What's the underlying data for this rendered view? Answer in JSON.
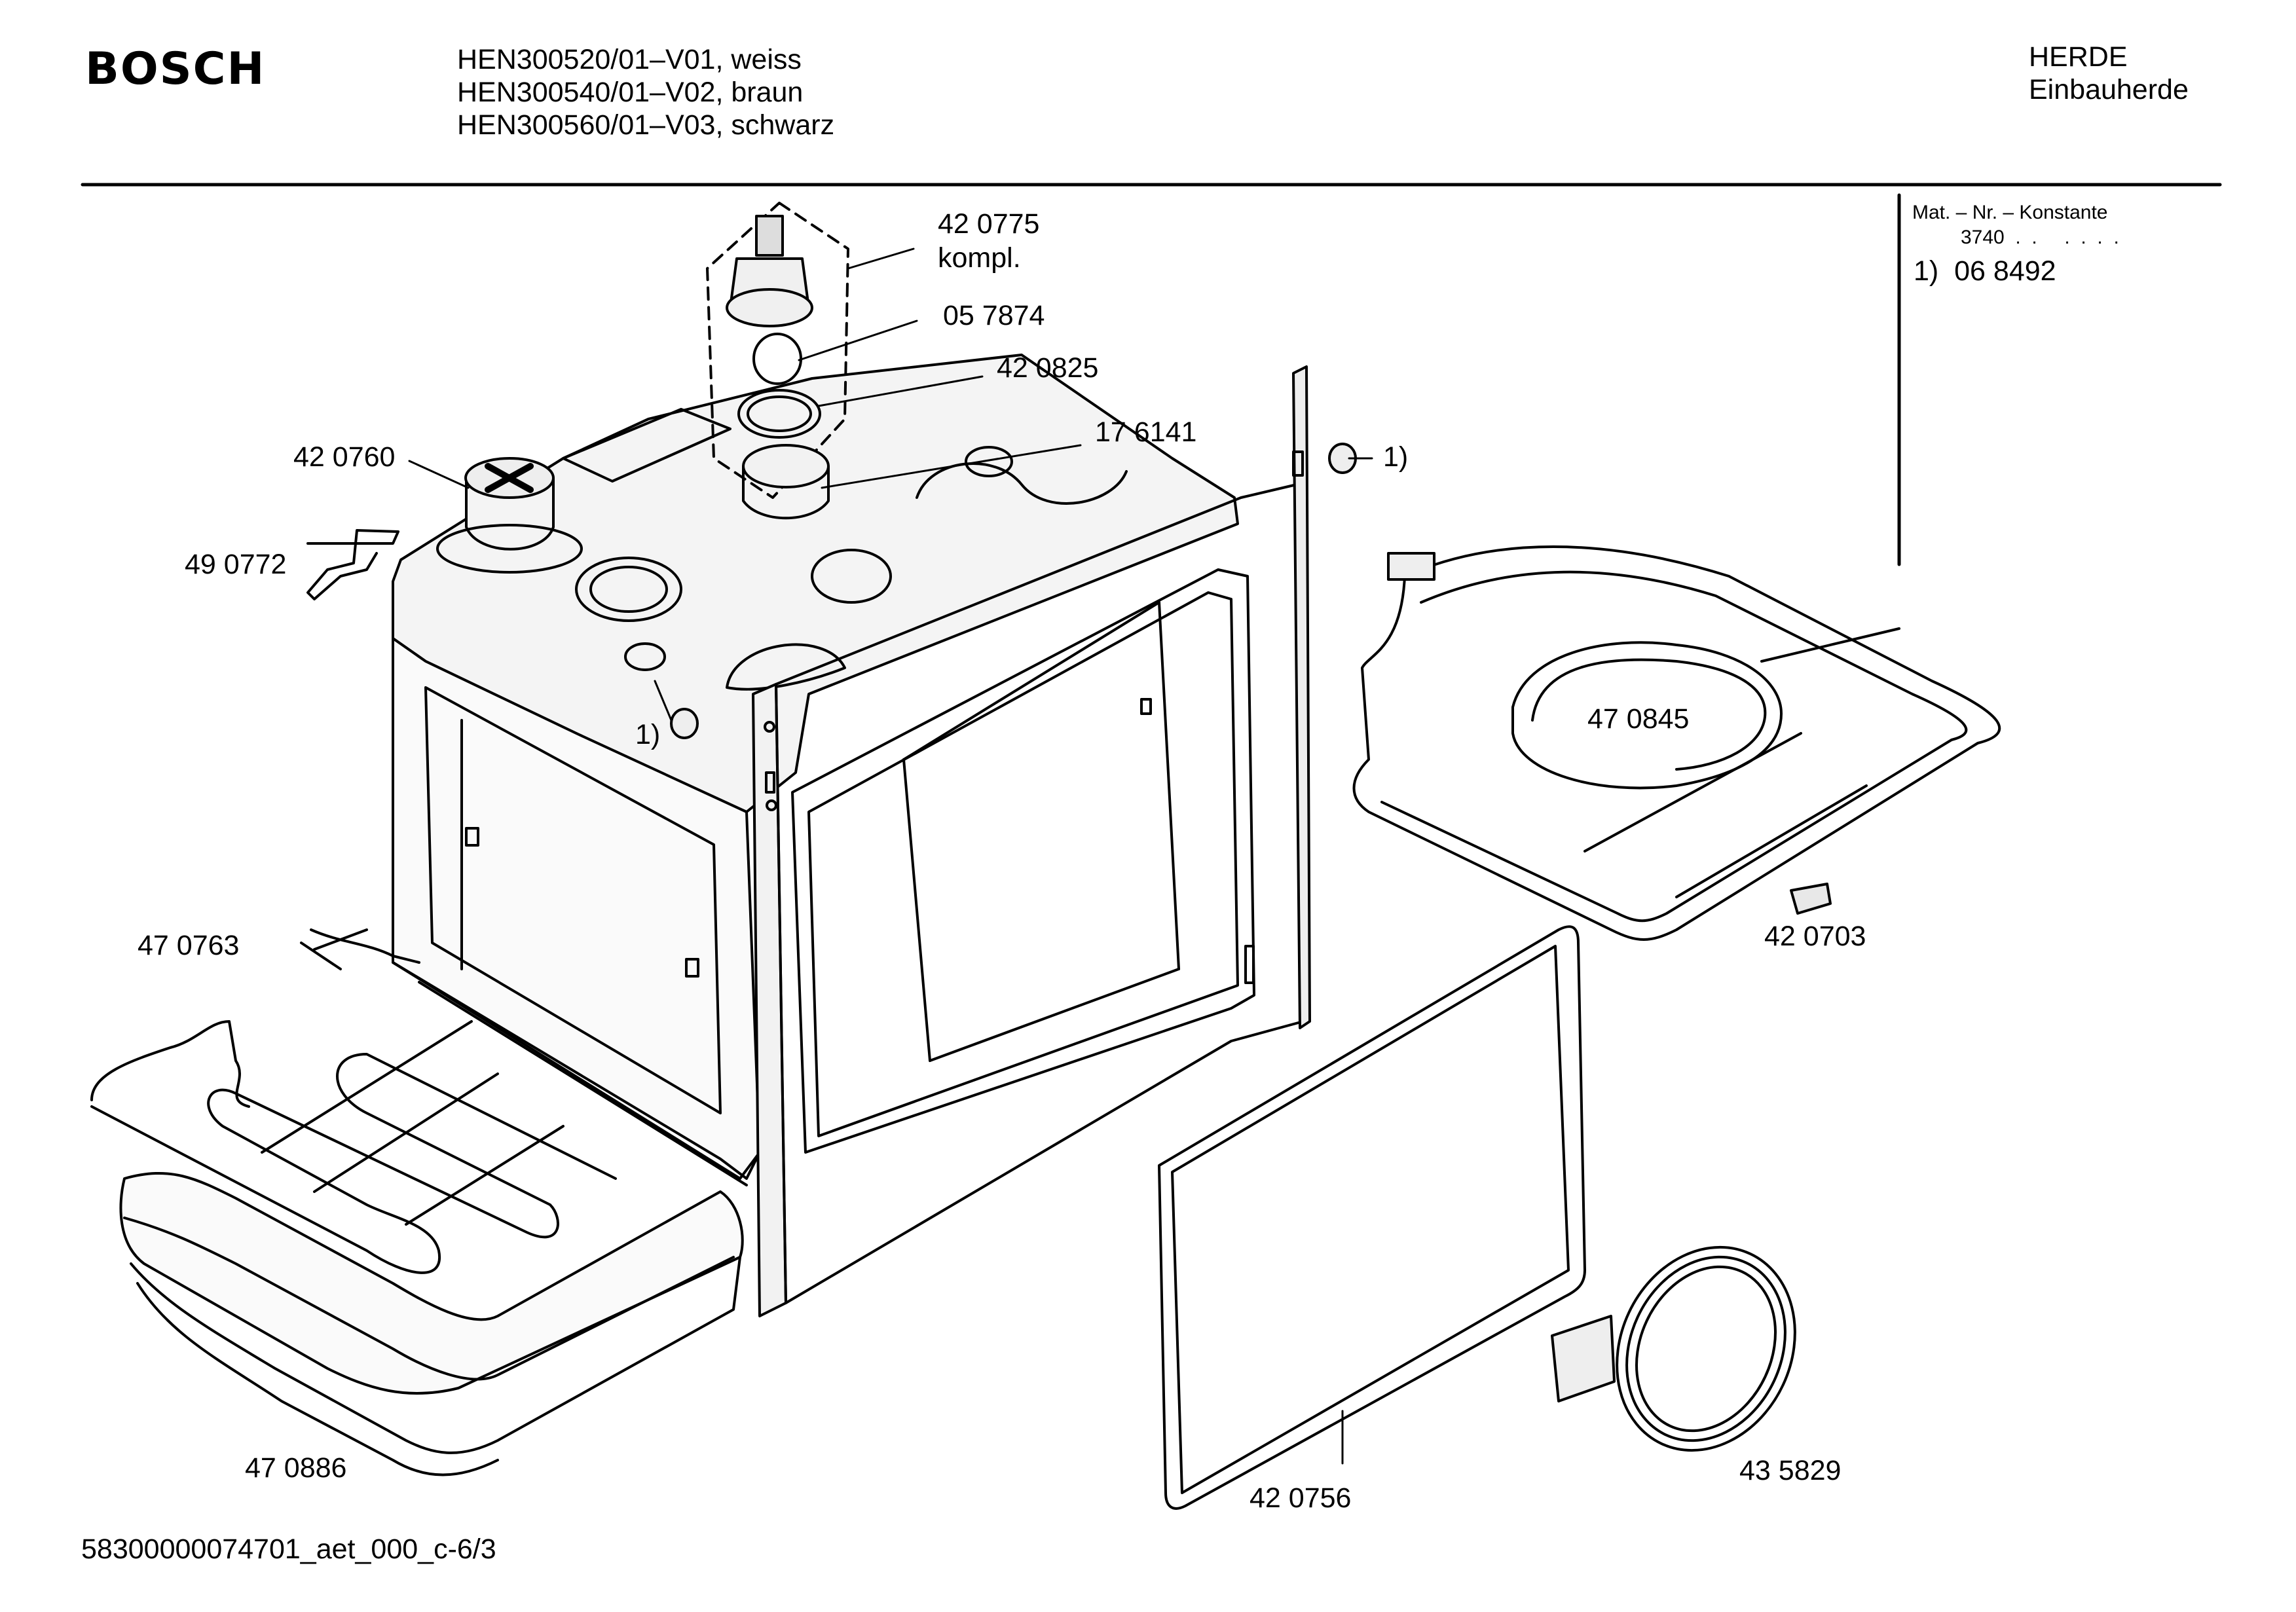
{
  "header": {
    "brand": "BOSCH",
    "models": [
      "HEN300520/01–V01, weiss",
      "HEN300540/01–V02, braun",
      "HEN300560/01–V03, schwarz"
    ],
    "category": "HERDE",
    "subcategory": "Einbauherde"
  },
  "mat_info": {
    "line1": "Mat. – Nr. – Konstante",
    "line2": "3740  .  .     .  .  .  .",
    "line3": "1)  06 8492"
  },
  "parts": [
    {
      "id": "p1",
      "label": "42 0775"
    },
    {
      "id": "p2",
      "label": "kompl."
    },
    {
      "id": "p3",
      "label": "05 7874"
    },
    {
      "id": "p4",
      "label": "42 0825"
    },
    {
      "id": "p5",
      "label": "17 6141"
    },
    {
      "id": "p6",
      "label": "42 0760"
    },
    {
      "id": "p7",
      "label": "49 0772"
    },
    {
      "id": "p8",
      "label": "1)"
    },
    {
      "id": "p9",
      "label": "1)"
    },
    {
      "id": "p10",
      "label": "47 0845"
    },
    {
      "id": "p11",
      "label": "42 0703"
    },
    {
      "id": "p12",
      "label": "47 0763"
    },
    {
      "id": "p13",
      "label": "47 0886"
    },
    {
      "id": "p14",
      "label": "42 0756"
    },
    {
      "id": "p15",
      "label": "43 5829"
    }
  ],
  "footer": "58300000074701_aet_000_c-6/3"
}
